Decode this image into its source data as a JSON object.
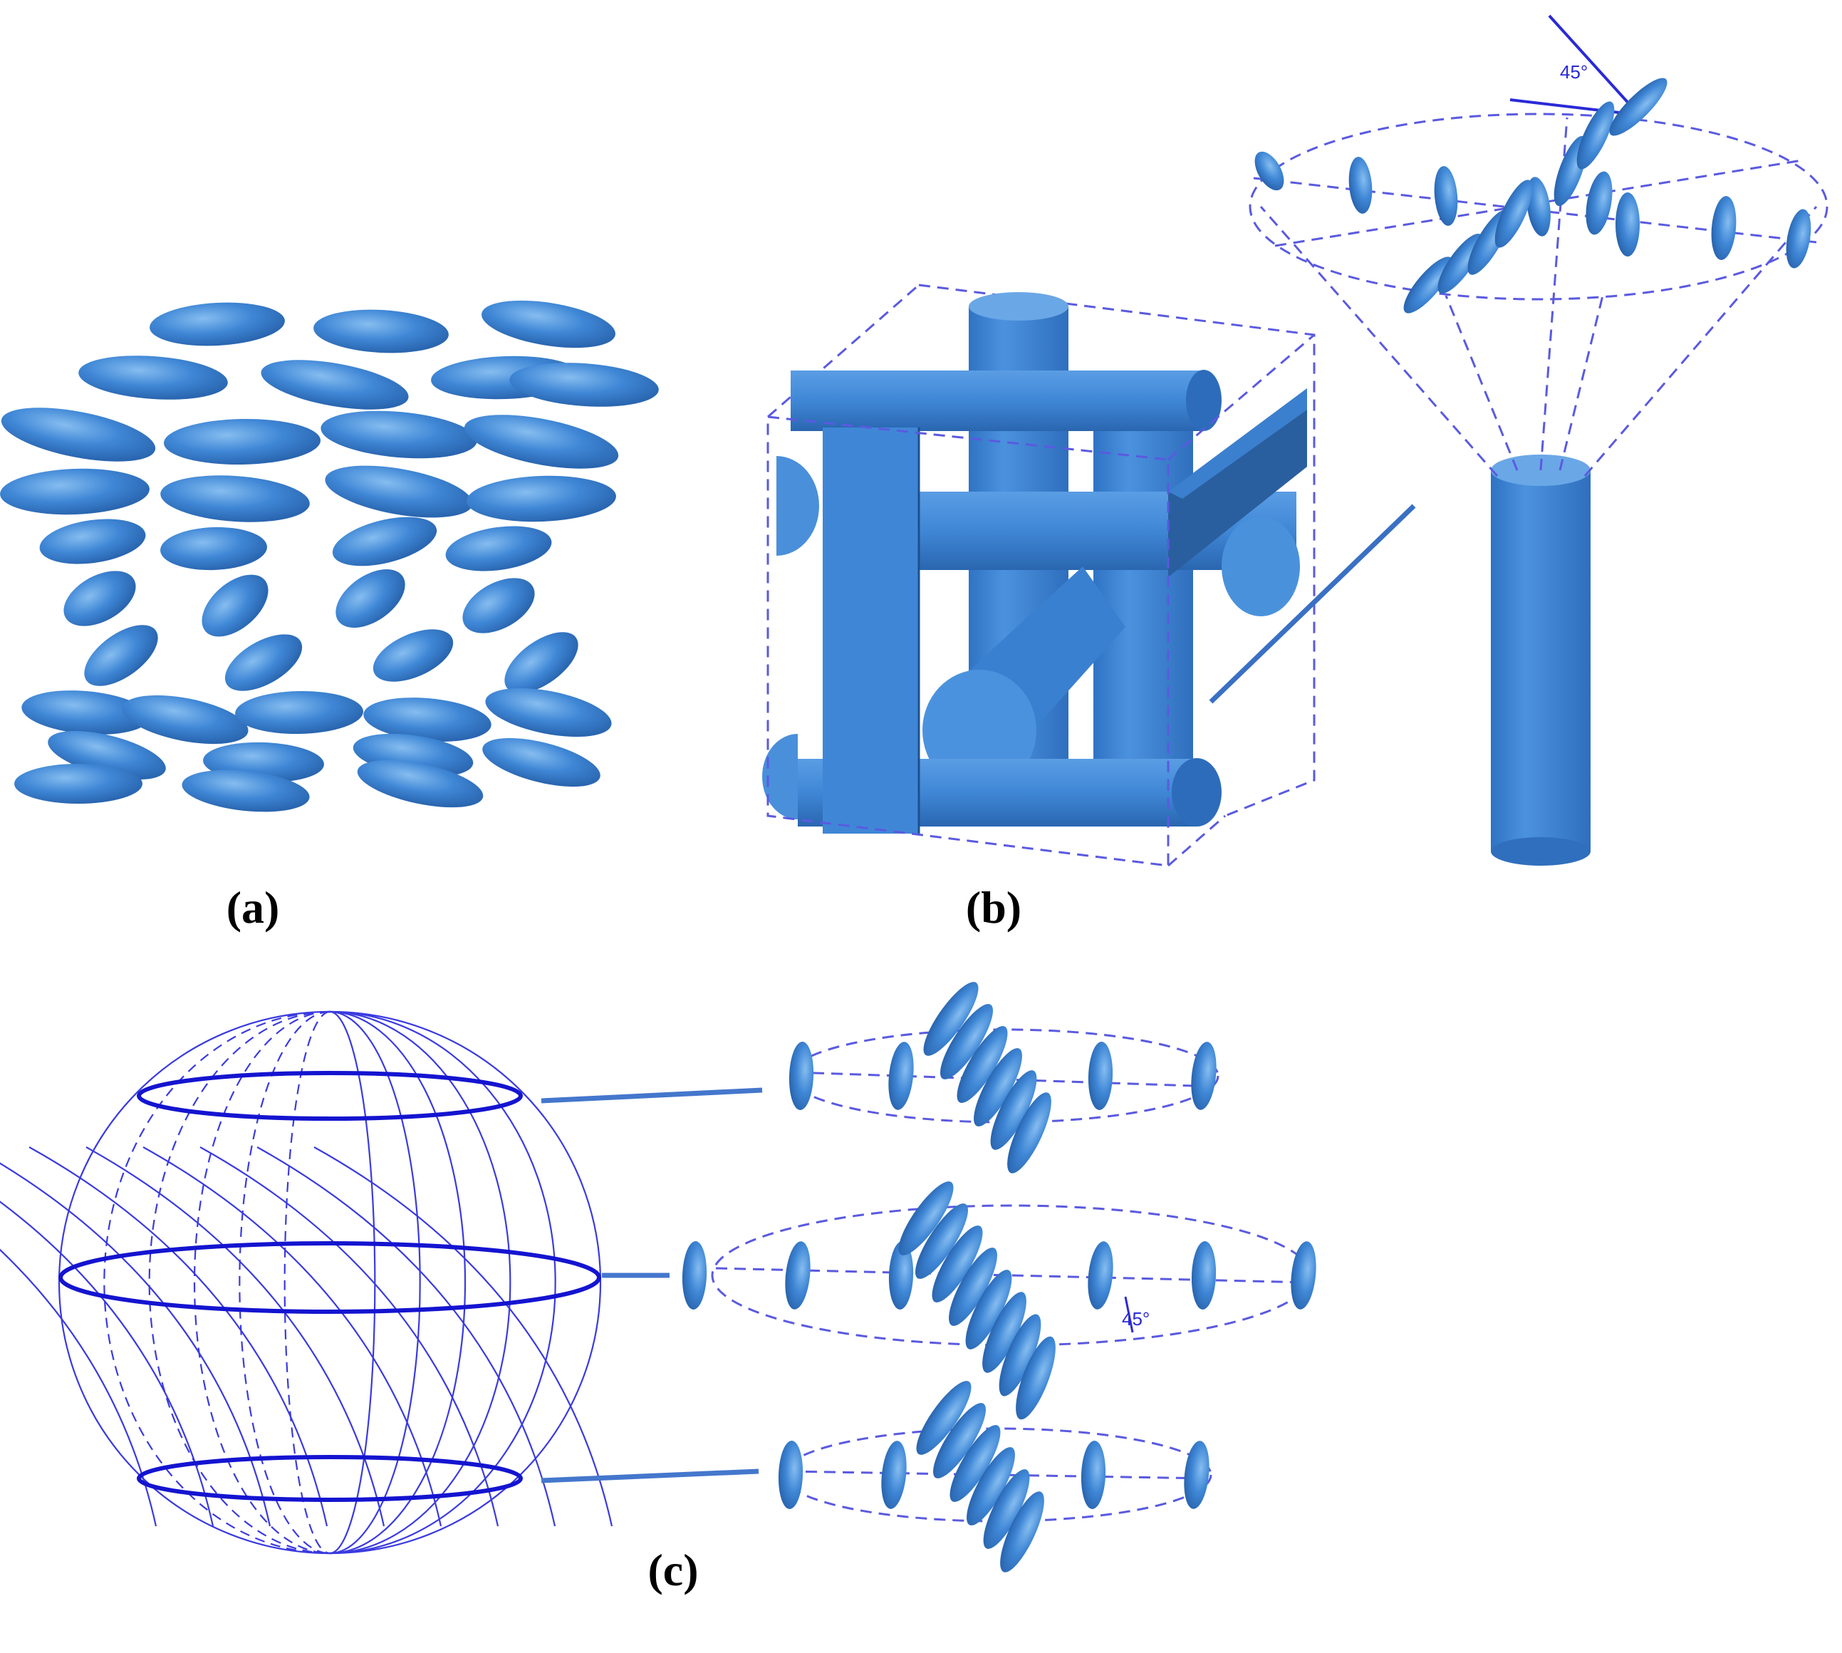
{
  "labels": {
    "panel_a": "(a)",
    "panel_b": "(b)",
    "panel_c": "(c)",
    "angle_top": "45°",
    "angle_mid": "45°"
  },
  "colors": {
    "mesogen": "#3f87d6",
    "mesogen_dark": "#2a66b0",
    "mesogen_light": "#79b0ea",
    "wire": "#3a3ae0",
    "ring": "#1414d0",
    "dashed": "#5a5ae0",
    "text": "#000000"
  },
  "icons": {
    "nematic_cluster": "ellipsoid-cluster",
    "cubic_lattice": "cylinder-lattice",
    "sphere": "wireframe-sphere"
  }
}
